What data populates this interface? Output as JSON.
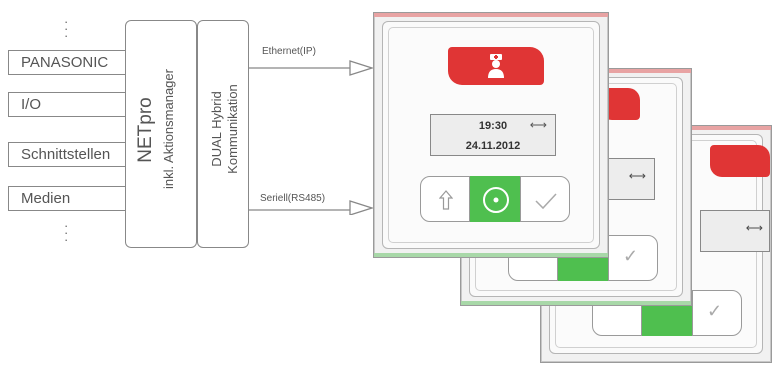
{
  "sources": [
    "PANASONIC",
    "I/O",
    "Schnittstellen",
    "Medien"
  ],
  "netpro": {
    "title": "NETpro",
    "subtitle": "inkl. Aktionsmanager"
  },
  "dual": {
    "line1": "DUAL Hybrid",
    "line2": "Kommunikation"
  },
  "links": {
    "ethernet": "Ethernet(IP)",
    "serial": "Seriell(RS485)"
  },
  "display": {
    "time": "19:30",
    "date": "24.11.2012"
  },
  "icons": {
    "badge": "nurse-icon",
    "lcd": "double-arrow-icon",
    "buttons": [
      "arrow-up-icon",
      "circle-dot-icon",
      "checkmark-icon"
    ]
  },
  "colors": {
    "red": "#e03535",
    "green": "#4fbf4f",
    "gray": "#888888"
  }
}
